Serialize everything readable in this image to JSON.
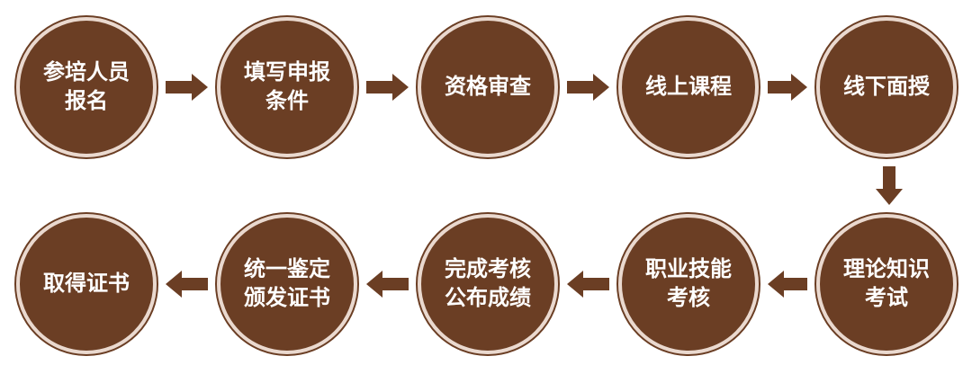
{
  "flow": {
    "steps": [
      {
        "id": "s1",
        "lines": [
          "参培人员",
          "报名"
        ]
      },
      {
        "id": "s2",
        "lines": [
          "填写申报",
          "条件"
        ]
      },
      {
        "id": "s3",
        "lines": [
          "资格审查"
        ]
      },
      {
        "id": "s4",
        "lines": [
          "线上课程"
        ]
      },
      {
        "id": "s5",
        "lines": [
          "线下面授"
        ]
      },
      {
        "id": "s6",
        "lines": [
          "理论知识",
          "考试"
        ]
      },
      {
        "id": "s7",
        "lines": [
          "职业技能",
          "考核"
        ]
      },
      {
        "id": "s8",
        "lines": [
          "完成考核",
          "公布成绩"
        ]
      },
      {
        "id": "s9",
        "lines": [
          "统一鉴定",
          "颁发证书"
        ]
      },
      {
        "id": "s10",
        "lines": [
          "取得证书"
        ]
      }
    ],
    "colors": {
      "node_fill": "#6b3e24",
      "node_halo": "#ead9cf",
      "arrow": "#6b3e24",
      "text": "#ffffff"
    }
  }
}
